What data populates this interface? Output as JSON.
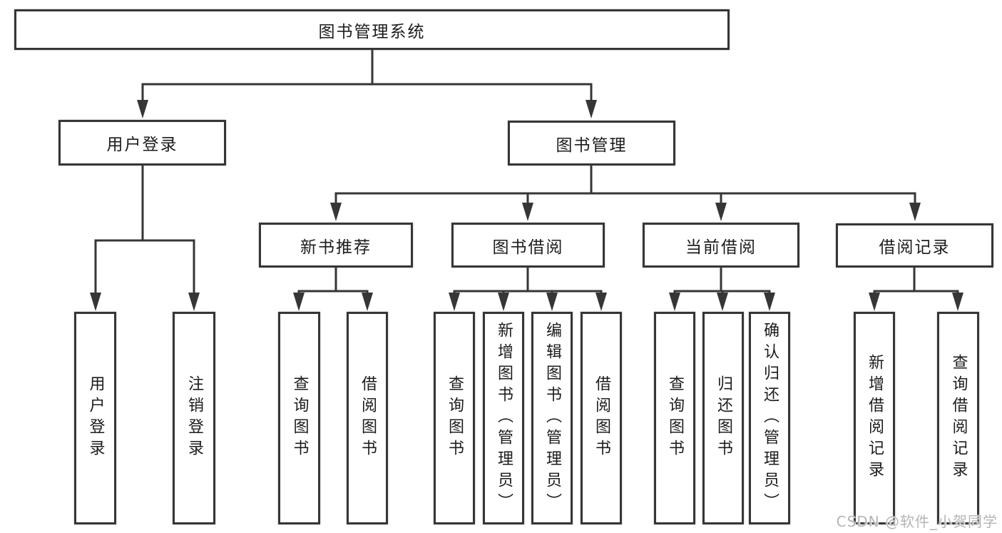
{
  "diagram": {
    "type": "tree",
    "root": {
      "label": "图书管理系统",
      "children": [
        {
          "label": "用户登录",
          "children": [
            {
              "label": "用户登录"
            },
            {
              "label": "注销登录"
            }
          ]
        },
        {
          "label": "图书管理",
          "children": [
            {
              "label": "新书推荐",
              "children": [
                {
                  "label": "查询图书"
                },
                {
                  "label": "借阅图书"
                }
              ]
            },
            {
              "label": "图书借阅",
              "children": [
                {
                  "label": "查询图书"
                },
                {
                  "label": "新增图书（管理员）"
                },
                {
                  "label": "编辑图书（管理员）"
                },
                {
                  "label": "借阅图书"
                }
              ]
            },
            {
              "label": "当前借阅",
              "children": [
                {
                  "label": "查询图书"
                },
                {
                  "label": "归还图书"
                },
                {
                  "label": "确认归还（管理员）"
                }
              ]
            },
            {
              "label": "借阅记录",
              "children": [
                {
                  "label": "新增借阅记录"
                },
                {
                  "label": "查询借阅记录"
                }
              ]
            }
          ]
        }
      ]
    },
    "watermark": "CSDN @软件_小贺同学"
  },
  "colors": {
    "line": "#363636",
    "border": "#363636",
    "text": "#1c1c1c",
    "background": "#ffffff",
    "watermark": "#b7b4b4"
  }
}
